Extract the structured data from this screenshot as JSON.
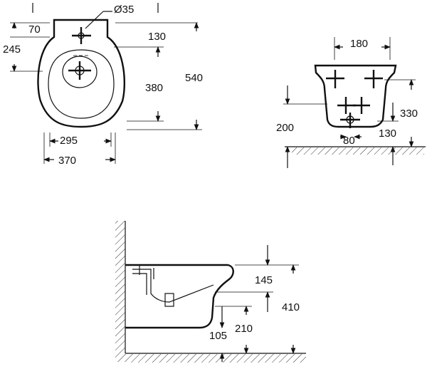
{
  "top_view": {
    "dim_diameter": "Ø35",
    "dim_70": "70",
    "dim_245": "245",
    "dim_130": "130",
    "dim_380": "380",
    "dim_540": "540",
    "dim_295": "295",
    "dim_370": "370"
  },
  "front_view": {
    "dim_180": "180",
    "dim_200": "200",
    "dim_330": "330",
    "dim_80": "80",
    "dim_130": "130"
  },
  "side_view": {
    "dim_145": "145",
    "dim_410": "410",
    "dim_210": "210",
    "dim_105": "105"
  }
}
